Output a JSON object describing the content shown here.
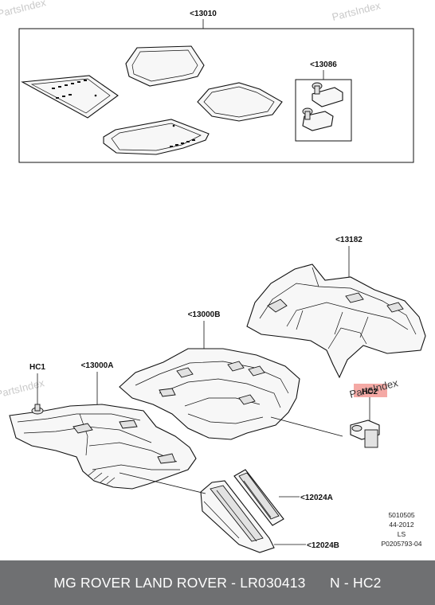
{
  "watermark": "PartsIndex",
  "labels": {
    "kit": "<13010",
    "clips": "<13086",
    "rear_carpet": "<13182",
    "center_carpet": "<13000B",
    "front_carpet": "<13000A",
    "hc1": "HC1",
    "hc2": "HC2",
    "insert_a": "<12024A",
    "insert_b": "<12024B"
  },
  "codes": [
    "5010505",
    "44-2012",
    "LS",
    "P0205793-04"
  ],
  "footer": {
    "brand": "MG ROVER LAND ROVER - LR030413",
    "ref": "N - HC2"
  },
  "colors": {
    "footer_bg": "#6f7072",
    "highlight": "#f4a9a5",
    "watermark": "#c9c9c9"
  }
}
